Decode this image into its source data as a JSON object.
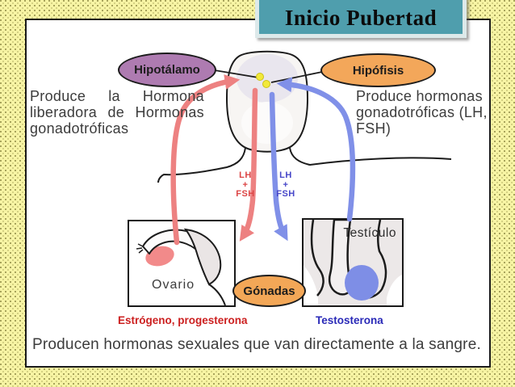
{
  "slide": {
    "title": "Inicio Pubertad",
    "hypothalamus": {
      "label": "Hipotálamo",
      "caption": "Produce la Hormona liberadora de Hormonas gonadotróficas"
    },
    "pituitary": {
      "label": "Hipófisis",
      "caption": "Produce hormonas gonadotróficas (LH, FSH)"
    },
    "gonads": {
      "label": "Gónadas"
    },
    "hormone_arrows": {
      "left": [
        "LH",
        "+",
        "FSH"
      ],
      "right": [
        "LH",
        "+",
        "FSH"
      ]
    },
    "ovary": {
      "label": "Ovario",
      "hormones": "Estrógeno, progesterona"
    },
    "testis": {
      "label": "Testículo",
      "hormones": "Testosterona"
    },
    "footer": "Producen hormonas sexuales que van directamente a la sangre."
  },
  "colors": {
    "background": "#f7f4a4",
    "title_bg": "#4f9ead",
    "title_border": "#dde9ea",
    "hypothalamus_fill": "#ae7bb1",
    "pituitary_fill": "#f3a75a",
    "gonads_fill": "#f3a757",
    "arrow_red": "#ed8181",
    "arrow_blue": "#8090e8",
    "lh_fsh_red": "#dc4545",
    "lh_fsh_blue": "#4646c8",
    "estrogen_text": "#cc2020",
    "testosterone_text": "#2a2ab8"
  }
}
